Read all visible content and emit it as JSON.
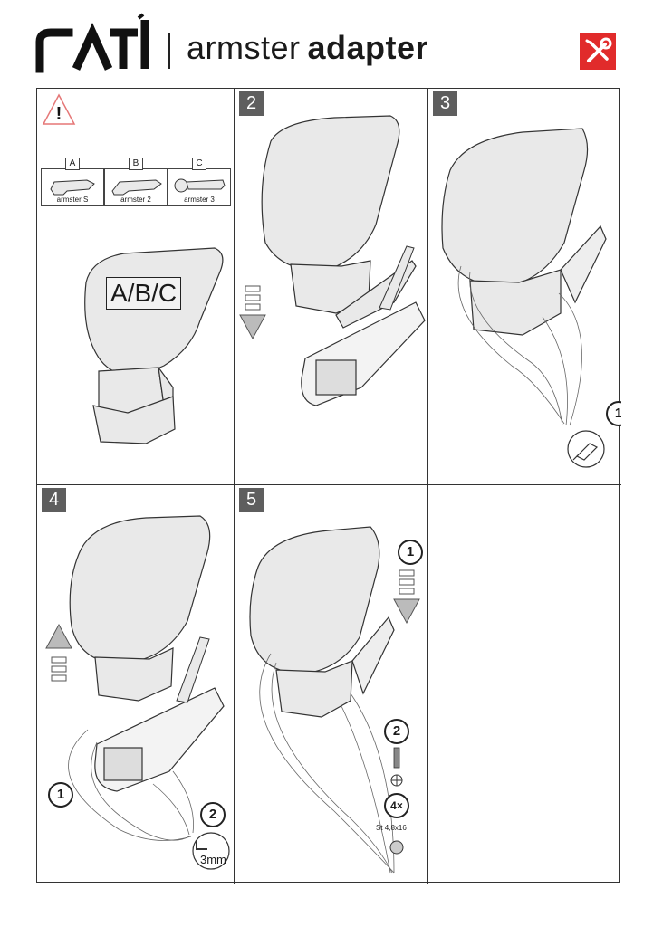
{
  "header": {
    "brand": "rati",
    "product": "armster",
    "subtitle": "adapter"
  },
  "icons": {
    "warning": "warning-triangle-icon",
    "tools": "wrench-screwdriver-icon"
  },
  "colors": {
    "accent": "#e12b2b",
    "step_badge": "#5e5e5e",
    "part_fill": "#e9e9e9"
  },
  "panel1": {
    "variants": [
      {
        "letter": "A",
        "name": "armster S"
      },
      {
        "letter": "B",
        "name": "armster 2"
      },
      {
        "letter": "C",
        "name": "armster 3"
      }
    ],
    "label": "A/B/C"
  },
  "steps": [
    {
      "number": "2"
    },
    {
      "number": "3",
      "callouts": [
        "1"
      ]
    },
    {
      "number": "4",
      "callouts": [
        "1",
        "2"
      ],
      "drill_size": "3mm"
    },
    {
      "number": "5",
      "callouts": [
        "1",
        "2"
      ],
      "screw_count": "4×",
      "screw_spec": "St 4,8x16"
    }
  ]
}
